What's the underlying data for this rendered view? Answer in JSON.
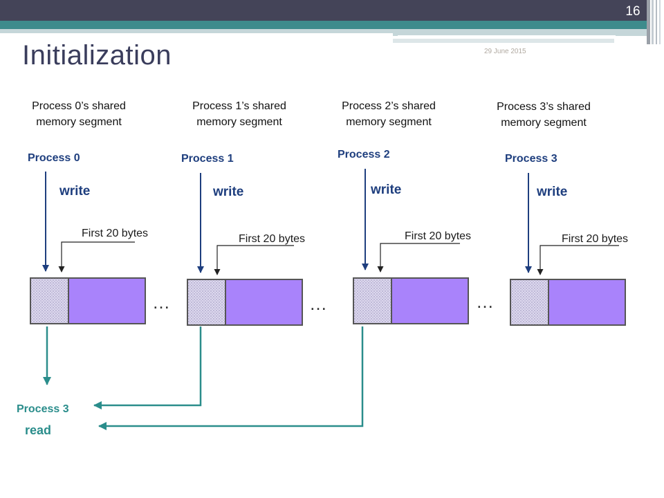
{
  "slide": {
    "number": "16",
    "title": "Initialization",
    "date": "29 June 2015"
  },
  "segments": [
    {
      "label_line1": "Process 0’s shared",
      "label_line2": "memory segment",
      "process": "Process 0",
      "action": "write",
      "bytes_label": "First 20 bytes"
    },
    {
      "label_line1": "Process 1’s shared",
      "label_line2": "memory segment",
      "process": "Process 1",
      "action": "write",
      "bytes_label": "First 20 bytes"
    },
    {
      "label_line1": "Process 2’s shared",
      "label_line2": "memory segment",
      "process": "Process 2",
      "action": "write",
      "bytes_label": "First 20 bytes"
    },
    {
      "label_line1": "Process 3’s shared",
      "label_line2": "memory segment",
      "process": "Process 3",
      "action": "write",
      "bytes_label": "First 20 bytes"
    }
  ],
  "ellipsis": "…",
  "reader": {
    "process": "Process 3",
    "action": "read"
  },
  "colors": {
    "header_dark": "#444458",
    "header_teal": "#3d8b8c",
    "title": "#3a3d5c",
    "process_label": "#1e3e7e",
    "write_arrow": "#1e3e7e",
    "read_arrow": "#2a8d8b",
    "segment_fill": "#a983fb",
    "header_block_fill": "#ddd8ee"
  }
}
